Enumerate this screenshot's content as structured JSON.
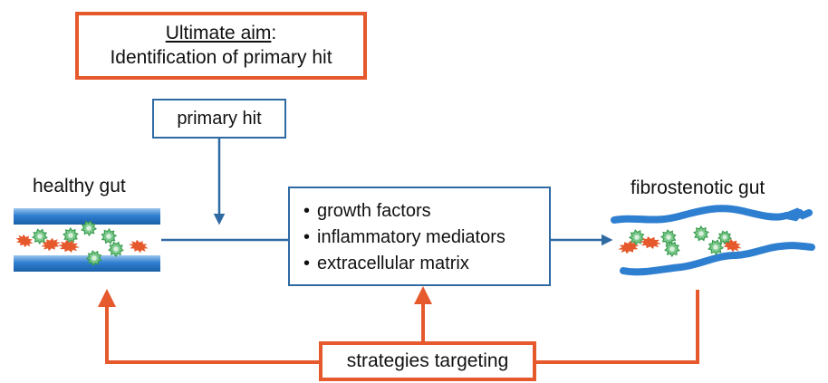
{
  "aim_box": {
    "heading": "Ultimate aim",
    "colon": ":",
    "text": "Identification of primary hit"
  },
  "primary_hit_box": {
    "label": "primary hit"
  },
  "healthy_gut": {
    "label": "healthy gut"
  },
  "fibrostenotic_gut": {
    "label": "fibrostenotic gut"
  },
  "mediators_box": {
    "items": [
      "growth factors",
      "inflammatory mediators",
      "extracellular matrix"
    ]
  },
  "strategies_box": {
    "label": "strategies targeting"
  },
  "colors": {
    "orange": "#e5592c",
    "blue": "#2f6aa3",
    "tube_blue": "#2f7fd1",
    "cell_green": "#3a9d4f"
  }
}
